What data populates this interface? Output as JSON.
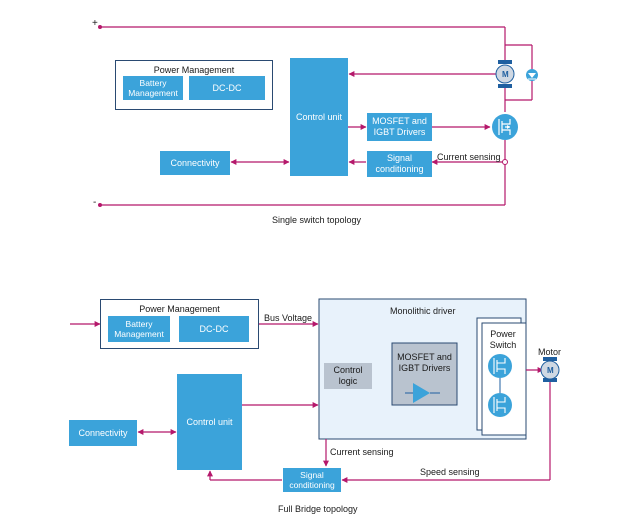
{
  "colors": {
    "block": "#3ba3da",
    "wire": "#b5186b",
    "frame": "#2a4a72",
    "driver_panel": "#e8f2fb",
    "inner_gray": "#b9c3cf"
  },
  "top": {
    "plus_sign": "+",
    "minus_sign": "-",
    "power_management": "Power Management",
    "battery_management": "Battery\nManagement",
    "dc_dc": "DC-DC",
    "control_unit": "Control unit",
    "mosfet_drivers": "MOSFET and\nIGBT Drivers",
    "signal_conditioning": "Signal\nconditioning",
    "connectivity": "Connectivity",
    "current_sensing": "Current sensing",
    "motor_letter": "M",
    "caption": "Single switch topology"
  },
  "bottom": {
    "power_management": "Power Management",
    "battery_management": "Battery\nManagement",
    "dc_dc": "DC-DC",
    "bus_voltage": "Bus Voltage",
    "monolithic_driver": "Monolithic driver",
    "control_logic": "Control\nlogic",
    "mosfet_drivers": "MOSFET and\nIGBT Drivers",
    "power_switch": "Power\nSwitch",
    "motor": "Motor",
    "motor_letter": "M",
    "control_unit": "Control unit",
    "connectivity": "Connectivity",
    "current_sensing": "Current sensing",
    "speed_sensing": "Speed sensing",
    "signal_conditioning": "Signal\nconditioning",
    "caption": "Full Bridge topology"
  }
}
